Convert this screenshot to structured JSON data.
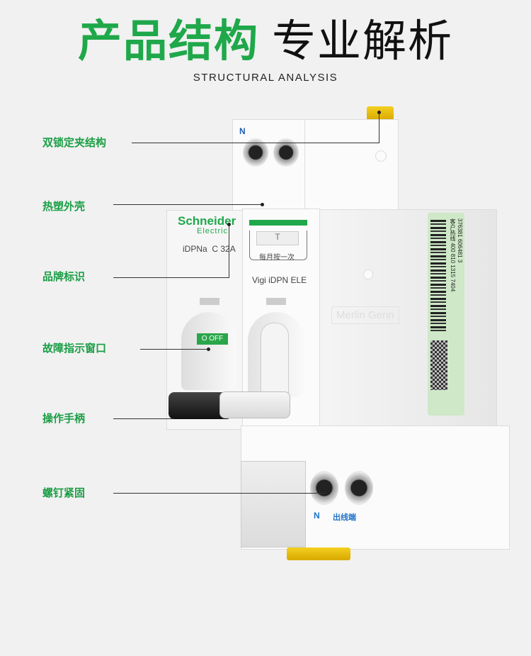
{
  "header": {
    "title_green": "产品结构",
    "title_black": "专业解析",
    "subtitle": "STRUCTURAL ANALYSIS"
  },
  "callouts": [
    "双锁定夹结构",
    "热塑外壳",
    "品牌标识",
    "故障指示窗口",
    "操作手柄",
    "螺钉紧固"
  ],
  "product": {
    "brand": "Schneider",
    "brand_sub": "Electric",
    "model_left": "iDPNa  C 32A",
    "test_button": "T",
    "test_hint": "每月按一次",
    "model_right": "Vigi iDPN ELE",
    "side_emboss": "Merlin Gerin",
    "neutral_top": "N",
    "neutral_bottom": "N",
    "outlet_label": "出线端",
    "window_text": "O OFF",
    "label_lines": [
      "376381",
      "606481",
      "3",
      "客户热线 400 810 1315",
      "7404"
    ]
  },
  "colors": {
    "accent": "#1fa84a",
    "yellow": "#f3cf1f",
    "label": "#cfe8c8"
  }
}
